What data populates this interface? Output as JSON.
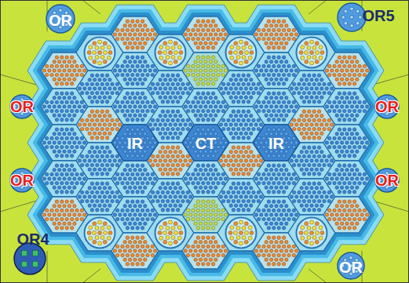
{
  "diagram": {
    "nodes": [
      {
        "text": [
          "OR"
        ]
      },
      {
        "text": [
          "OR5"
        ]
      },
      {
        "text": [
          "OR"
        ]
      },
      {
        "text": [
          "OR"
        ]
      },
      {
        "text": [
          "IR"
        ]
      },
      {
        "text": [
          "CT"
        ]
      },
      {
        "text": [
          "IR"
        ]
      },
      {
        "text": [
          "OR"
        ]
      },
      {
        "text": [
          "OR"
        ]
      },
      {
        "text": [
          "OR4"
        ]
      },
      {
        "text": [
          "OR"
        ]
      }
    ]
  }
}
